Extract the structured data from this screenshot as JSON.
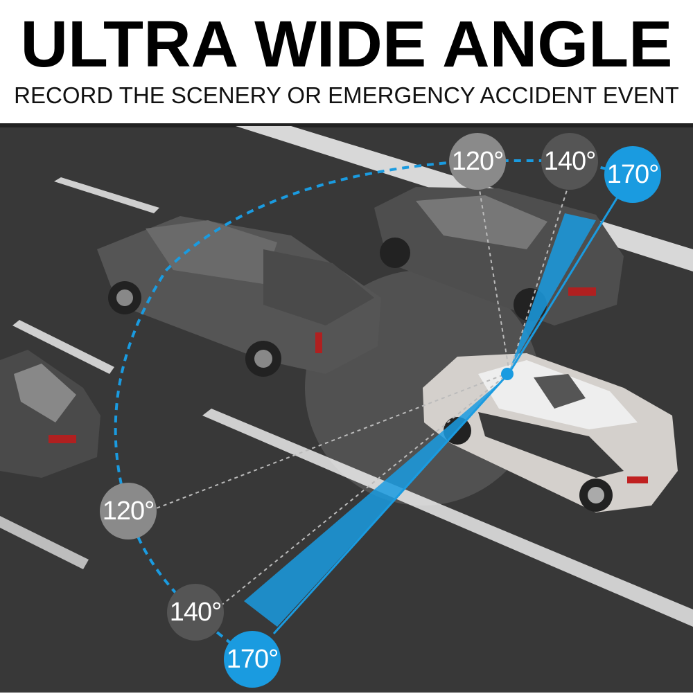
{
  "header": {
    "title": "ULTRA WIDE ANGLE",
    "subtitle": "RECORD THE SCENERY OR EMERGENCY ACCIDENT EVENT"
  },
  "angles": {
    "top": [
      "120°",
      "140°",
      "170°"
    ],
    "bottom": [
      "120°",
      "140°",
      "170°"
    ]
  },
  "colors": {
    "accent": "#1a9be0",
    "road": "#3a3a3a"
  }
}
